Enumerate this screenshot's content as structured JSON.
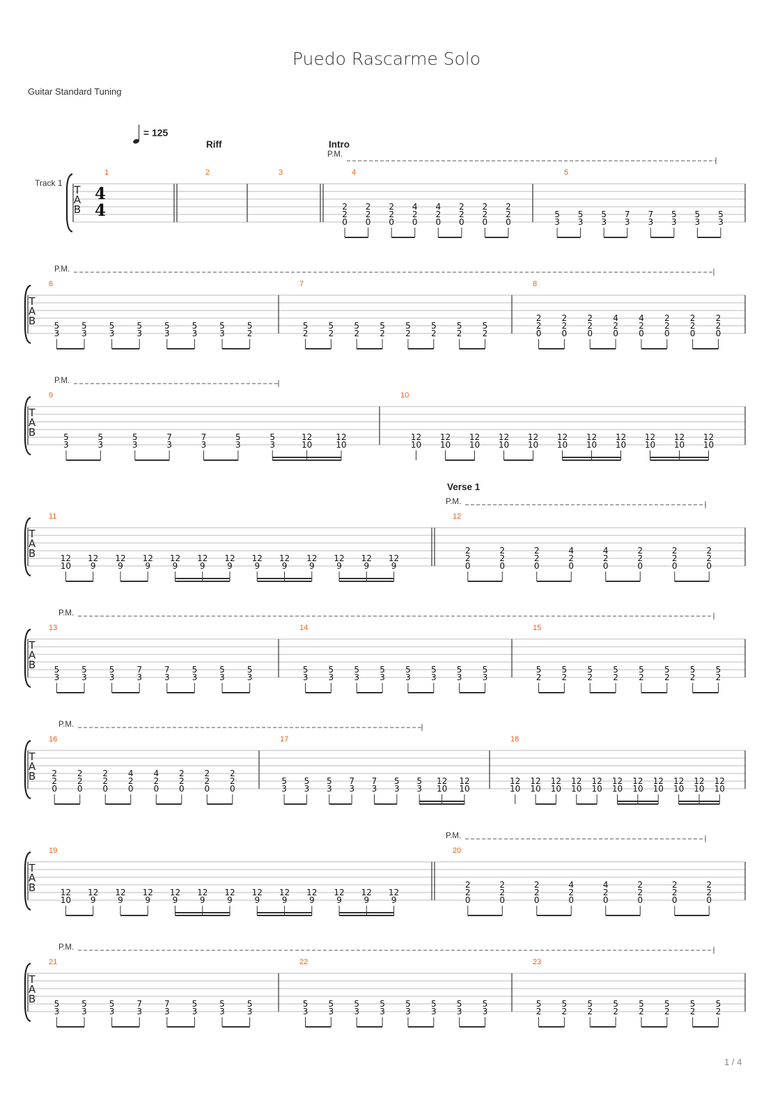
{
  "title": "Puedo Rascarme Solo",
  "tuning": "Guitar Standard Tuning",
  "tempo": "= 125",
  "track_name": "Track 1",
  "page_number": "1 / 4",
  "time_signature": [
    "4",
    "4"
  ],
  "tab_letters": [
    "T",
    "A",
    "B"
  ],
  "palm_mute_label": "P.M.",
  "measures": [
    {
      "n": "1",
      "section": "Riff",
      "notes": []
    },
    {
      "n": "2",
      "notes": []
    },
    {
      "n": "3",
      "notes": []
    },
    {
      "n": "4",
      "section": "Intro",
      "notes": [
        [
          "2",
          "2",
          "0"
        ],
        [
          "2",
          "2",
          "0"
        ],
        [
          "2",
          "2",
          "0"
        ],
        [
          "4",
          "2",
          "0"
        ],
        [
          "4",
          "2",
          "0"
        ],
        [
          "2",
          "2",
          "0"
        ],
        [
          "2",
          "2",
          "0"
        ],
        [
          "2",
          "2",
          "0"
        ]
      ]
    },
    {
      "n": "5",
      "notes": [
        [
          "5",
          "3"
        ],
        [
          "5",
          "3"
        ],
        [
          "5",
          "3"
        ],
        [
          "7",
          "3"
        ],
        [
          "7",
          "3"
        ],
        [
          "5",
          "3"
        ],
        [
          "5",
          "3"
        ],
        [
          "5",
          "3"
        ]
      ]
    },
    {
      "n": "6",
      "notes": [
        [
          "5",
          "3"
        ],
        [
          "5",
          "3"
        ],
        [
          "5",
          "3"
        ],
        [
          "5",
          "3"
        ],
        [
          "5",
          "3"
        ],
        [
          "5",
          "3"
        ],
        [
          "5",
          "3"
        ],
        [
          "5",
          "2"
        ]
      ]
    },
    {
      "n": "7",
      "notes": [
        [
          "5",
          "2"
        ],
        [
          "5",
          "2"
        ],
        [
          "5",
          "2"
        ],
        [
          "5",
          "2"
        ],
        [
          "5",
          "2"
        ],
        [
          "5",
          "2"
        ],
        [
          "5",
          "2"
        ],
        [
          "5",
          "2"
        ]
      ]
    },
    {
      "n": "8",
      "notes": [
        [
          "2",
          "2",
          "0"
        ],
        [
          "2",
          "2",
          "0"
        ],
        [
          "2",
          "2",
          "0"
        ],
        [
          "4",
          "2",
          "0"
        ],
        [
          "4",
          "2",
          "0"
        ],
        [
          "2",
          "2",
          "0"
        ],
        [
          "2",
          "2",
          "0"
        ],
        [
          "2",
          "2",
          "0"
        ]
      ]
    },
    {
      "n": "9",
      "notes": [
        [
          "5",
          "3"
        ],
        [
          "5",
          "3"
        ],
        [
          "5",
          "3"
        ],
        [
          "7",
          "3"
        ],
        [
          "7",
          "3"
        ],
        [
          "5",
          "3"
        ],
        [
          "5",
          "3"
        ],
        [
          "12",
          "10"
        ],
        [
          "12",
          "10"
        ]
      ]
    },
    {
      "n": "10",
      "notes": [
        [
          "12",
          "10"
        ],
        [
          "12",
          "10"
        ],
        [
          "12",
          "10"
        ],
        [
          "12",
          "10"
        ],
        [
          "12",
          "10"
        ],
        [
          "12",
          "10"
        ],
        [
          "12",
          "10"
        ],
        [
          "12",
          "10"
        ],
        [
          "12",
          "10"
        ],
        [
          "12",
          "10"
        ],
        [
          "12",
          "10"
        ]
      ]
    },
    {
      "n": "11",
      "notes": [
        [
          "12",
          "10"
        ],
        [
          "12",
          "9"
        ],
        [
          "12",
          "9"
        ],
        [
          "12",
          "9"
        ],
        [
          "12",
          "9"
        ],
        [
          "12",
          "9"
        ],
        [
          "12",
          "9"
        ],
        [
          "12",
          "9"
        ],
        [
          "12",
          "9"
        ],
        [
          "12",
          "9"
        ],
        [
          "12",
          "9"
        ],
        [
          "12",
          "9"
        ],
        [
          "12",
          "9"
        ]
      ]
    },
    {
      "n": "12",
      "section": "Verse 1",
      "notes": [
        [
          "2",
          "2",
          "0"
        ],
        [
          "2",
          "2",
          "0"
        ],
        [
          "2",
          "2",
          "0"
        ],
        [
          "4",
          "2",
          "0"
        ],
        [
          "4",
          "2",
          "0"
        ],
        [
          "2",
          "2",
          "0"
        ],
        [
          "2",
          "2",
          "0"
        ],
        [
          "2",
          "2",
          "0"
        ]
      ]
    },
    {
      "n": "13",
      "notes": [
        [
          "5",
          "3"
        ],
        [
          "5",
          "3"
        ],
        [
          "5",
          "3"
        ],
        [
          "7",
          "3"
        ],
        [
          "7",
          "3"
        ],
        [
          "5",
          "3"
        ],
        [
          "5",
          "3"
        ],
        [
          "5",
          "3"
        ]
      ]
    },
    {
      "n": "14",
      "notes": [
        [
          "5",
          "3"
        ],
        [
          "5",
          "3"
        ],
        [
          "5",
          "3"
        ],
        [
          "5",
          "3"
        ],
        [
          "5",
          "3"
        ],
        [
          "5",
          "3"
        ],
        [
          "5",
          "3"
        ],
        [
          "5",
          "3"
        ]
      ]
    },
    {
      "n": "15",
      "notes": [
        [
          "5",
          "2"
        ],
        [
          "5",
          "2"
        ],
        [
          "5",
          "2"
        ],
        [
          "5",
          "2"
        ],
        [
          "5",
          "2"
        ],
        [
          "5",
          "2"
        ],
        [
          "5",
          "2"
        ],
        [
          "5",
          "2"
        ]
      ]
    },
    {
      "n": "16",
      "notes": [
        [
          "2",
          "2",
          "0"
        ],
        [
          "2",
          "2",
          "0"
        ],
        [
          "2",
          "2",
          "0"
        ],
        [
          "4",
          "2",
          "0"
        ],
        [
          "4",
          "2",
          "0"
        ],
        [
          "2",
          "2",
          "0"
        ],
        [
          "2",
          "2",
          "0"
        ],
        [
          "2",
          "2",
          "0"
        ]
      ]
    },
    {
      "n": "17",
      "notes": [
        [
          "5",
          "3"
        ],
        [
          "5",
          "3"
        ],
        [
          "5",
          "3"
        ],
        [
          "7",
          "3"
        ],
        [
          "7",
          "3"
        ],
        [
          "5",
          "3"
        ],
        [
          "5",
          "3"
        ],
        [
          "12",
          "10"
        ],
        [
          "12",
          "10"
        ]
      ]
    },
    {
      "n": "18",
      "notes": [
        [
          "12",
          "10"
        ],
        [
          "12",
          "10"
        ],
        [
          "12",
          "10"
        ],
        [
          "12",
          "10"
        ],
        [
          "12",
          "10"
        ],
        [
          "12",
          "10"
        ],
        [
          "12",
          "10"
        ],
        [
          "12",
          "10"
        ],
        [
          "12",
          "10"
        ],
        [
          "12",
          "10"
        ],
        [
          "12",
          "10"
        ]
      ]
    },
    {
      "n": "19",
      "notes": [
        [
          "12",
          "10"
        ],
        [
          "12",
          "9"
        ],
        [
          "12",
          "9"
        ],
        [
          "12",
          "9"
        ],
        [
          "12",
          "9"
        ],
        [
          "12",
          "9"
        ],
        [
          "12",
          "9"
        ],
        [
          "12",
          "9"
        ],
        [
          "12",
          "9"
        ],
        [
          "12",
          "9"
        ],
        [
          "12",
          "9"
        ],
        [
          "12",
          "9"
        ],
        [
          "12",
          "9"
        ]
      ]
    },
    {
      "n": "20",
      "notes": [
        [
          "2",
          "2",
          "0"
        ],
        [
          "2",
          "2",
          "0"
        ],
        [
          "2",
          "2",
          "0"
        ],
        [
          "4",
          "2",
          "0"
        ],
        [
          "4",
          "2",
          "0"
        ],
        [
          "2",
          "2",
          "0"
        ],
        [
          "2",
          "2",
          "0"
        ],
        [
          "2",
          "2",
          "0"
        ]
      ]
    },
    {
      "n": "21",
      "notes": [
        [
          "5",
          "3"
        ],
        [
          "5",
          "3"
        ],
        [
          "5",
          "3"
        ],
        [
          "7",
          "3"
        ],
        [
          "7",
          "3"
        ],
        [
          "5",
          "3"
        ],
        [
          "5",
          "3"
        ],
        [
          "5",
          "3"
        ]
      ]
    },
    {
      "n": "22",
      "notes": [
        [
          "5",
          "3"
        ],
        [
          "5",
          "3"
        ],
        [
          "5",
          "3"
        ],
        [
          "5",
          "3"
        ],
        [
          "5",
          "3"
        ],
        [
          "5",
          "3"
        ],
        [
          "5",
          "3"
        ],
        [
          "5",
          "3"
        ]
      ]
    },
    {
      "n": "23",
      "notes": [
        [
          "5",
          "2"
        ],
        [
          "5",
          "2"
        ],
        [
          "5",
          "2"
        ],
        [
          "5",
          "2"
        ],
        [
          "5",
          "2"
        ],
        [
          "5",
          "2"
        ],
        [
          "5",
          "2"
        ],
        [
          "5",
          "2"
        ]
      ]
    }
  ]
}
